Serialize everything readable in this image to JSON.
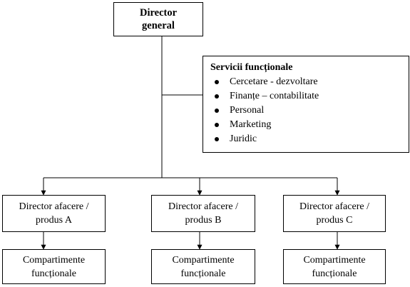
{
  "director_general": {
    "line1": "Director",
    "line2": "general"
  },
  "services": {
    "title": "Servicii funcționale",
    "items": [
      {
        "label": "Cercetare - dezvoltare"
      },
      {
        "label": "Finanțe – contabilitate"
      },
      {
        "label": "Personal"
      },
      {
        "label": "Marketing"
      },
      {
        "label": "Juridic"
      }
    ]
  },
  "business_directors": [
    {
      "line1": "Director afacere /",
      "line2": "produs A"
    },
    {
      "line1": "Director afacere /",
      "line2": "produs B"
    },
    {
      "line1": "Director afacere /",
      "line2": "produs C"
    }
  ],
  "compartments": [
    {
      "line1": "Compartimente",
      "line2": "funcționale"
    },
    {
      "line1": "Compartimente",
      "line2": "funcționale"
    },
    {
      "line1": "Compartimente",
      "line2": "funcționale"
    }
  ]
}
